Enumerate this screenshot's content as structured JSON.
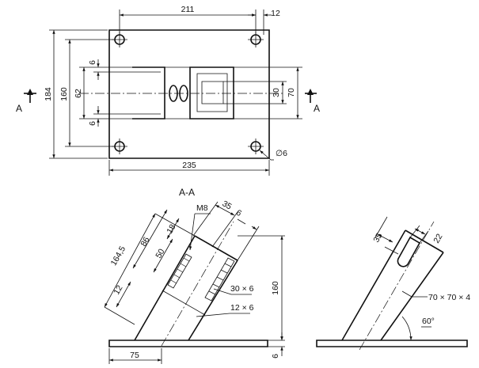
{
  "plan_view": {
    "dims": {
      "width_211": "211",
      "offset_12": "12",
      "height_184": "184",
      "height_160": "160",
      "slot_62": "62",
      "slot_6_top": "6",
      "slot_6_bottom": "6",
      "tube_30": "30",
      "tube_70": "70",
      "width_235": "235",
      "hole_dia": "∅6"
    },
    "section_marker_left": "A",
    "section_marker_right": "A"
  },
  "section_view": {
    "title": "A-A",
    "dims": {
      "thread": "M8",
      "d35": "35",
      "d6": "6",
      "d18": "18",
      "d86": "86",
      "d50": "50",
      "d164_5": "164,5",
      "d12": "12",
      "plate_30x6": "30 × 6",
      "plate_12x6": "12 × 6",
      "h160": "160",
      "base_75": "75",
      "base_6": "6"
    }
  },
  "side_view": {
    "dims": {
      "d35": "35",
      "d22": "22",
      "tube_spec": "70 × 70 × 4",
      "angle": "60°"
    }
  }
}
